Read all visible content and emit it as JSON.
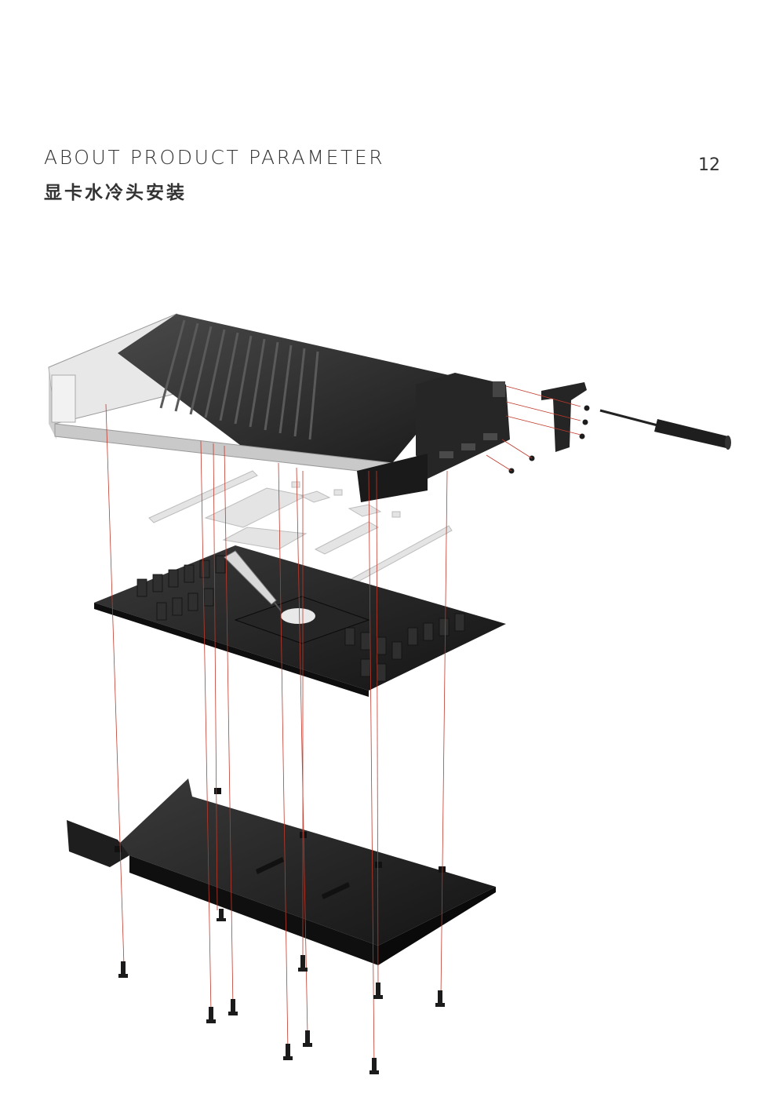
{
  "header": {
    "title": "ABOUT PRODUCT PARAMETER",
    "subtitle": "显卡水冷头安装",
    "page_number": "12"
  }
}
